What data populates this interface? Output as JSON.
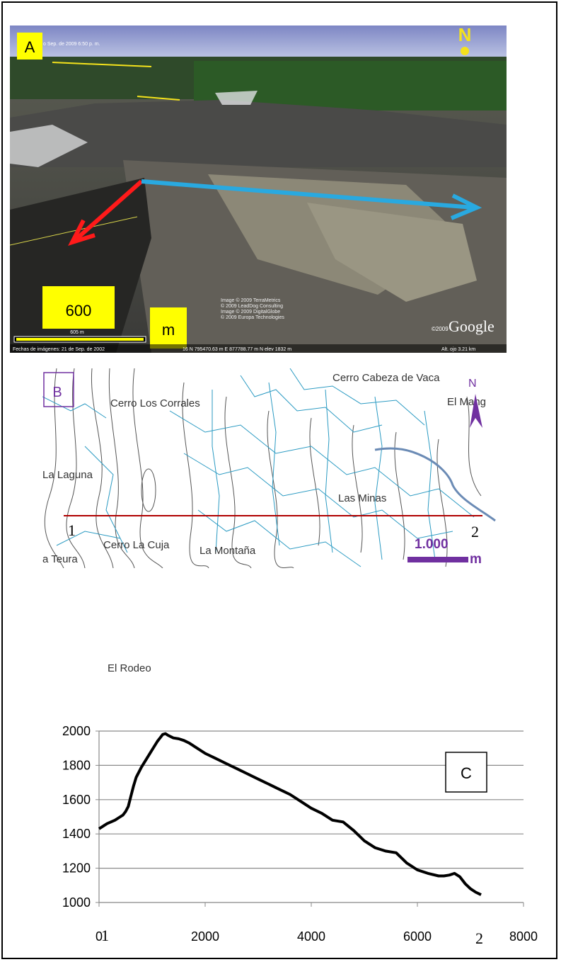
{
  "panel_a": {
    "label": "A",
    "north": "N",
    "scale_value": "600",
    "scale_unit": "m",
    "scale_bar_text": "605 m",
    "date_top": "o Sep. de 2009   6:50 p. m.",
    "credits": [
      "Image © 2009 TerraMetrics",
      "© 2009 LeadDog Consulting",
      "Image © 2009 DigitalGlobe",
      "© 2009 Europa Technologies"
    ],
    "footer_left": "Fechas de imágenes: 21 de Sep. de 2002",
    "footer_mid": "16 N 795470.63 m E 877788.77 m N    elev  1832 m",
    "footer_right": "Alt. ojo    3.21 km",
    "google_year": "©2009",
    "google_logo": "Google",
    "colors": {
      "label_bg": "#ffff00",
      "arrow_red": "#ff1a1a",
      "arrow_blue": "#29a9e0",
      "north": "#f4e21c"
    }
  },
  "panel_b": {
    "label": "B",
    "north": "N",
    "scale_value": "1.000",
    "scale_unit": "m",
    "places": [
      "Cerro Cabeza de Vaca",
      "El Mang",
      "Cerro Los Corrales",
      "La Laguna",
      "Las Minas",
      "Cerro La Cuja",
      "La Montaña",
      "a Teura",
      "El Rodeo"
    ],
    "section_start": "1",
    "section_end": "2",
    "colors": {
      "river": "#2a9ac2",
      "contour": "#444444",
      "section": "#b00000",
      "accent": "#7030a0"
    }
  },
  "chart_data": {
    "type": "line",
    "label": "C",
    "ylim": [
      1000,
      2000
    ],
    "xlim": [
      0,
      8000
    ],
    "yticks": [
      1000,
      1200,
      1400,
      1600,
      1800,
      2000
    ],
    "xticks": [
      0,
      2000,
      4000,
      6000,
      8000
    ],
    "grid": true,
    "point_labels": [
      "1",
      "2"
    ],
    "series": [
      {
        "x": [
          0,
          150,
          300,
          400,
          450,
          500,
          550,
          600,
          650,
          700,
          800,
          900,
          1000,
          1100,
          1200,
          1250,
          1300,
          1400,
          1500,
          1600,
          1700,
          1800,
          2000,
          2200,
          2400,
          2600,
          2800,
          3000,
          3200,
          3400,
          3600,
          3800,
          4000,
          4200,
          4400,
          4600,
          4800,
          5000,
          5200,
          5400,
          5600,
          5800,
          6000,
          6200,
          6400,
          6500,
          6600,
          6700,
          6800,
          6900,
          7000,
          7100,
          7200
        ],
        "y": [
          1430,
          1460,
          1480,
          1500,
          1510,
          1530,
          1560,
          1620,
          1680,
          1730,
          1790,
          1840,
          1890,
          1940,
          1980,
          1985,
          1975,
          1960,
          1955,
          1945,
          1930,
          1910,
          1870,
          1840,
          1810,
          1780,
          1750,
          1720,
          1690,
          1660,
          1630,
          1590,
          1550,
          1520,
          1480,
          1470,
          1420,
          1360,
          1320,
          1300,
          1290,
          1230,
          1190,
          1170,
          1155,
          1155,
          1160,
          1170,
          1150,
          1110,
          1080,
          1060,
          1045
        ]
      }
    ]
  }
}
